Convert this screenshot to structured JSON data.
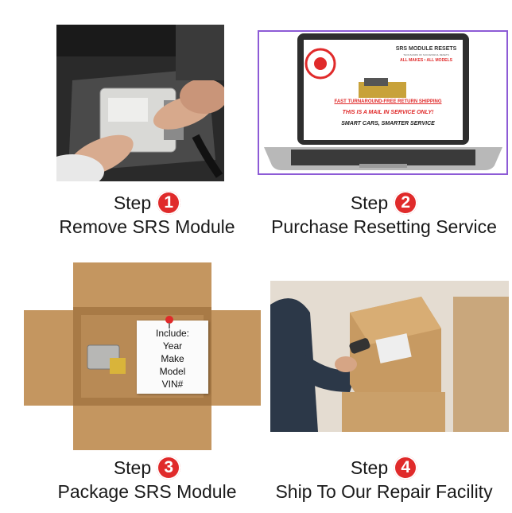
{
  "steps": [
    {
      "step_word": "Step",
      "number": "1",
      "title": "Remove SRS Module"
    },
    {
      "step_word": "Step",
      "number": "2",
      "title": "Purchase Resetting Service"
    },
    {
      "step_word": "Step",
      "number": "3",
      "title": "Package SRS Module"
    },
    {
      "step_word": "Step",
      "number": "4",
      "title": "Ship To Our Repair Facility"
    }
  ],
  "laptop_screen": {
    "headline": "SRS MODULE RESETS",
    "tagline": "THOUSANDS OF SUCCESSFUL RESETS",
    "makes": "ALL MAKES • ALL MODELS",
    "shipping": "FAST TURNAROUND-FREE RETURN SHIPPING",
    "mail_in": "THIS IS A MAIL IN SERVICE ONLY!",
    "slogan": "SMART CARS, SMARTER SERVICE"
  },
  "note": {
    "lines": [
      "Include:",
      "Year",
      "Make",
      "Model",
      "VIN#"
    ]
  },
  "colors": {
    "badge": "#e02a2a",
    "frame": "#8d5bd6",
    "cardboard": "#c9995e"
  }
}
